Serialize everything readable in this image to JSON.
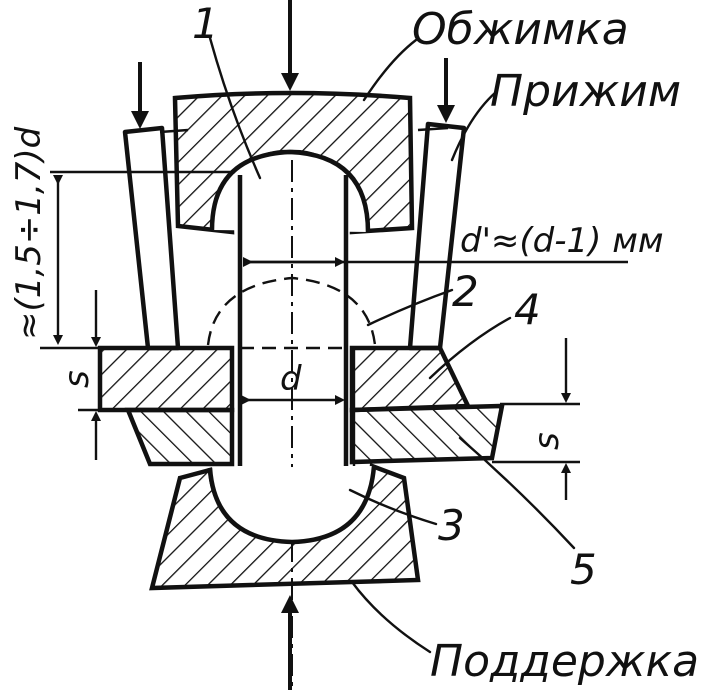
{
  "labels": {
    "crimper": "Обжимка",
    "clamp": "Прижим",
    "support": "Поддержка",
    "item_1": "1",
    "item_2": "2",
    "item_3": "3",
    "item_4": "4",
    "item_5": "5",
    "diameter": "d",
    "hole_note": "d'≈(d-1) мм",
    "head_height": "≈(1,5÷1,7)d",
    "thickness_top": "s",
    "thickness_bottom": "s"
  }
}
